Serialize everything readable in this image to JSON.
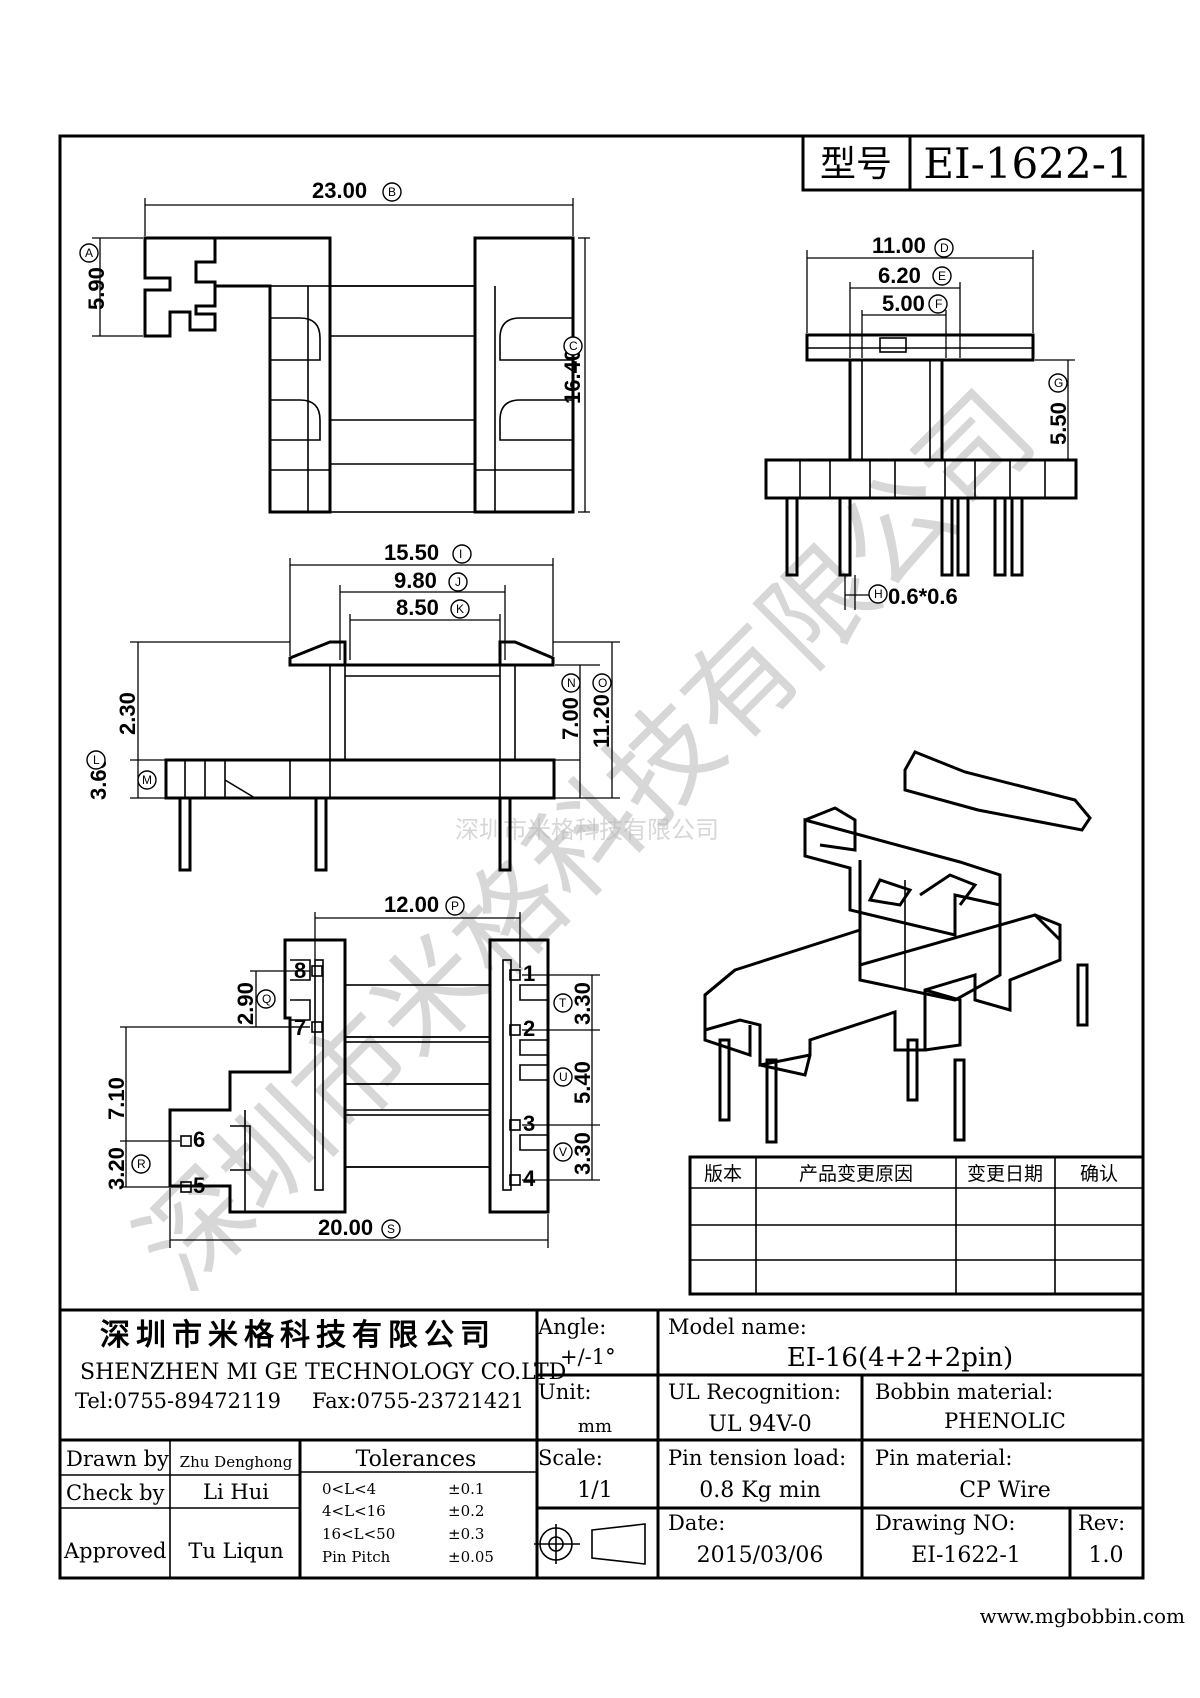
{
  "header": {
    "model_label": "型号",
    "model_value": "EI-1622-1"
  },
  "dimensions": {
    "A": "5.90",
    "B": "23.00",
    "C": "16.40",
    "D": "11.00",
    "E": "6.20",
    "F": "5.00",
    "G": "5.50",
    "H": "0.6*0.6",
    "I": "15.50",
    "J": "9.80",
    "K": "8.50",
    "N": "7.00",
    "O": "11.20",
    "L": "3.60",
    "h230": "2.30",
    "P": "12.00",
    "Q": "2.90",
    "R": "3.20",
    "S": "20.00",
    "T": "3.30",
    "U": "5.40",
    "V": "3.30",
    "h710": "7.10"
  },
  "dim_letters": {
    "A": "A",
    "B": "B",
    "C": "C",
    "D": "D",
    "E": "E",
    "F": "F",
    "G": "G",
    "H": "H",
    "I": "I",
    "J": "J",
    "K": "K",
    "L": "L",
    "M": "M",
    "N": "N",
    "O": "O",
    "P": "P",
    "Q": "Q",
    "R": "R",
    "S": "S",
    "T": "T",
    "U": "U",
    "V": "V"
  },
  "pins": [
    "1",
    "2",
    "3",
    "4",
    "5",
    "6",
    "7",
    "8"
  ],
  "revision_table": {
    "headers": [
      "版本",
      "产品变更原因",
      "变更日期",
      "确认"
    ]
  },
  "watermark": {
    "center": "深圳市米格科技有限公司",
    "diagonal": "深圳市米格科技有限公司"
  },
  "company": {
    "name_cn": "深圳市米格科技有限公司",
    "name_en": "SHENZHEN  MI GE TECHNOLOGY  CO.LTD",
    "tel": "Tel:0755-89472119",
    "fax": "Fax:0755-23721421"
  },
  "title_block": {
    "angle_label": "Angle:",
    "angle_value": "+/-1°",
    "model_name_label": "Model name:",
    "model_name_value": "EI-16(4+2+2pin)",
    "unit_label": "Unit:",
    "unit_value": "mm",
    "ul_label": "UL Recognition:",
    "ul_value": "UL 94V-0",
    "bobbin_label": "Bobbin material:",
    "bobbin_value": "PHENOLIC",
    "scale_label": "Scale:",
    "scale_value": "1/1",
    "tension_label": "Pin tension load:",
    "tension_value": "0.8 Kg min",
    "pin_mat_label": "Pin material:",
    "pin_mat_value": "CP Wire",
    "date_label": "Date:",
    "date_value": "2015/03/06",
    "drawing_label": "Drawing NO:",
    "drawing_value": "EI-1622-1",
    "rev_label": "Rev:",
    "rev_value": "1.0",
    "drawn_label": "Drawn by",
    "drawn_value": "Zhu Denghong",
    "check_label": "Check by",
    "check_value": "Li Hui",
    "approved_label": "Approved",
    "approved_value": "Tu Liqun",
    "tol_title": "Tolerances",
    "tol_rows": [
      {
        "range": "0<L<4",
        "value": "±0.1"
      },
      {
        "range": "4<L<16",
        "value": "±0.2"
      },
      {
        "range": "16<L<50",
        "value": "±0.3"
      },
      {
        "range": "Pin Pitch",
        "value": "±0.05"
      }
    ]
  },
  "website": "www.mgbobbin.com"
}
